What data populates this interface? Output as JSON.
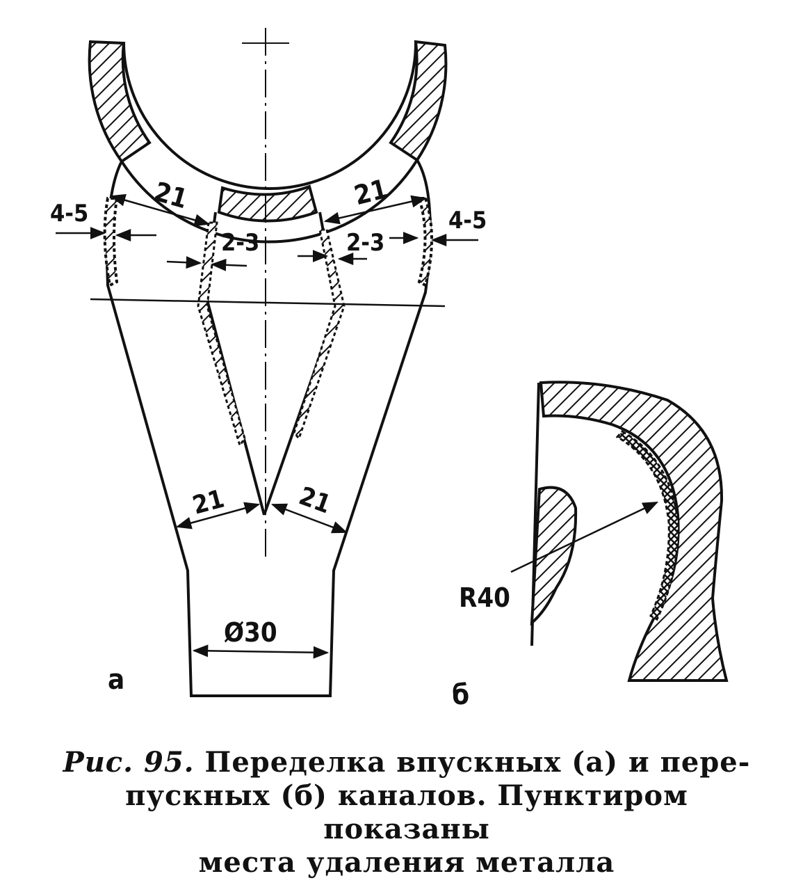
{
  "figure_a": {
    "label": "a",
    "dim_width_left": "21",
    "dim_width_right": "21",
    "dim_bottom_left": "21",
    "dim_bottom_right": "21",
    "dim_remove_outer_left": "4-5",
    "dim_remove_outer_right": "4-5",
    "dim_remove_inner_left": "2-3",
    "dim_remove_inner_right": "2-3",
    "dim_diameter": "Ø30"
  },
  "figure_b": {
    "label": "б",
    "dim_radius": "R40"
  },
  "caption": {
    "fig_ref": "Рис. 95.",
    "line1": "Переделка впускных (а) и пере-",
    "line2": "пускных (б) каналов. Пунктиром показаны",
    "line3": "места удаления металла"
  },
  "colors": {
    "ink": "#111111",
    "paper": "#ffffff"
  }
}
